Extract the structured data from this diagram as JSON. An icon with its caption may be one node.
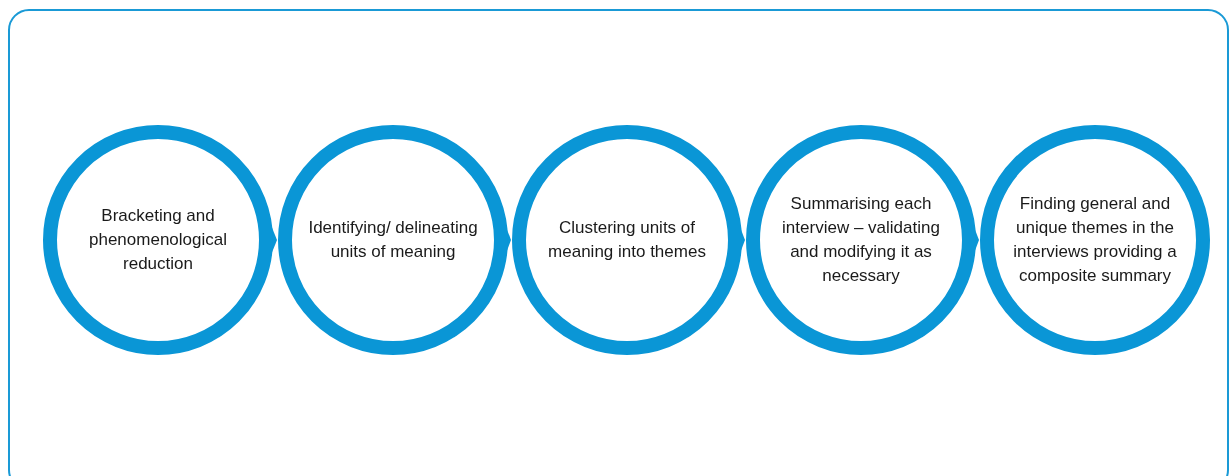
{
  "diagram": {
    "nodes": [
      {
        "text": [
          "Bracketing and phenomenological reduction"
        ]
      },
      {
        "text": [
          "Identifying/ delineating units of meaning"
        ]
      },
      {
        "text": [
          "Clustering units of meaning into themes"
        ]
      },
      {
        "text": [
          "Summarising each interview – validating and modifying it as necessary"
        ]
      },
      {
        "text": [
          "Finding general and unique themes in the interviews providing a composite summary"
        ]
      }
    ],
    "edges": [
      {
        "from": 0,
        "to": 1,
        "arrow": "to"
      },
      {
        "from": 1,
        "to": 2,
        "arrow": "to"
      },
      {
        "from": 2,
        "to": 3,
        "arrow": "to"
      },
      {
        "from": 3,
        "to": 4,
        "arrow": "to"
      }
    ]
  }
}
